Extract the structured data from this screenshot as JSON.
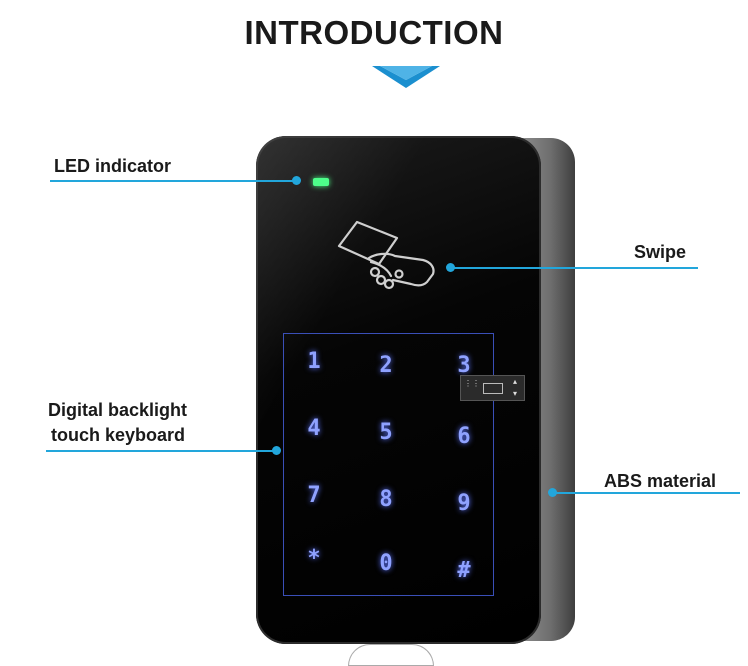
{
  "heading": "INTRODUCTION",
  "callouts": {
    "led": "LED indicator",
    "swipe": "Swipe",
    "keyboard_line1": "Digital backlight",
    "keyboard_line2": "touch keyboard",
    "material": "ABS material"
  },
  "keypad": {
    "keys": [
      "1",
      "2",
      "3",
      "4",
      "5",
      "6",
      "7",
      "8",
      "9",
      "*",
      "0",
      "#"
    ]
  },
  "colors": {
    "accent": "#22a6db",
    "led": "#4dff8a",
    "key_glow": "#8fa2ff"
  },
  "icons": {
    "card_reader": "card-swipe-icon",
    "chevron": "chevron-down-icon",
    "keyboard": "keyboard-icon"
  }
}
